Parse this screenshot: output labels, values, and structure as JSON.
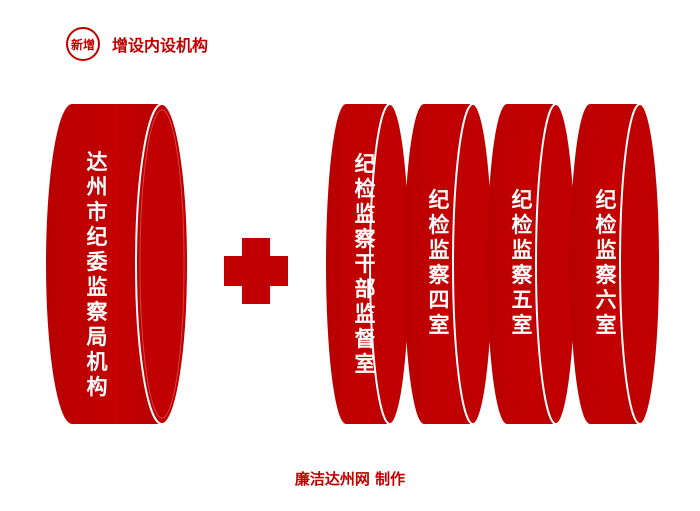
{
  "header": {
    "badge": "新增",
    "title": "增设内设机构"
  },
  "left_cylinder": {
    "label": "达州市纪委监察局机构"
  },
  "right_cylinders": [
    {
      "label": "纪检监察干部监督室"
    },
    {
      "label": "纪检监察四室"
    },
    {
      "label": "纪检监察五室"
    },
    {
      "label": "纪检监察六室"
    }
  ],
  "footer": {
    "credit": "廉洁达州网 制作"
  },
  "colors": {
    "primary": "#c00000",
    "text_light": "#ffffff"
  }
}
